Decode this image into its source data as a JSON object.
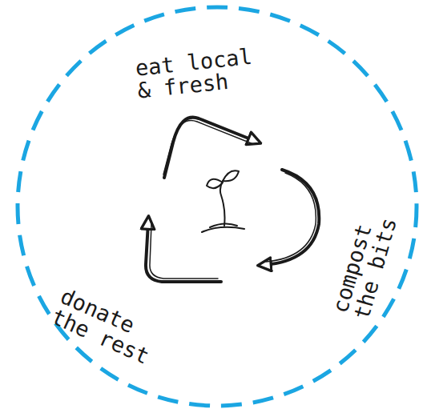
{
  "diagram": {
    "labels": [
      "eat local & fresh",
      "compost the bits",
      "donate the rest"
    ]
  }
}
